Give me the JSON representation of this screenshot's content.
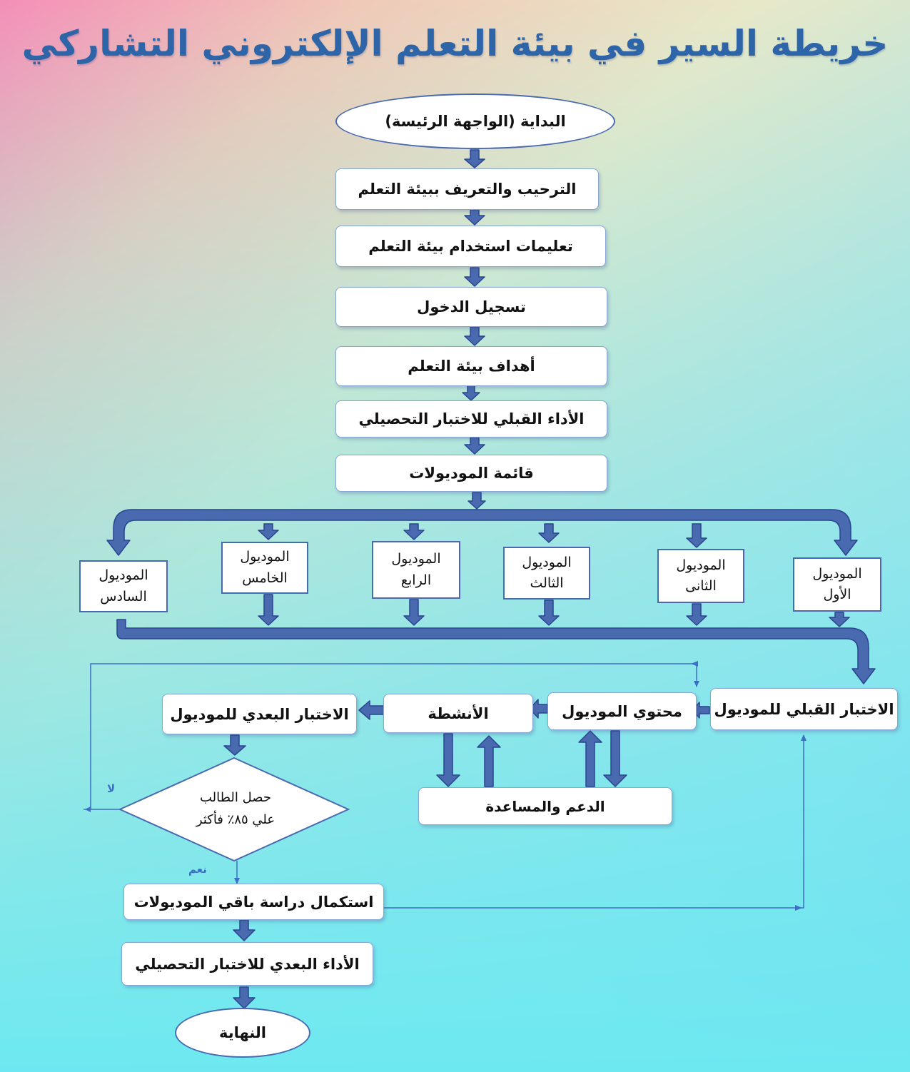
{
  "title": "خريطة السير في بيئة التعلم الإلكتروني التشاركي",
  "main_flow": {
    "start": "البداية (الواجهة الرئيسة)",
    "welcome": "الترحيب والتعريف ببيئة التعلم",
    "instructions": "تعليمات استخدام بيئة التعلم",
    "login": "تسجيل الدخول",
    "objectives": "أهداف بيئة التعلم",
    "pretest": "الأداء القبلي للاختبار التحصيلي",
    "modules_list": "قائمة الموديولات"
  },
  "modules": [
    {
      "line1": "الموديول",
      "line2": "الأول"
    },
    {
      "line1": "الموديول",
      "line2": "الثانى"
    },
    {
      "line1": "الموديول",
      "line2": "الثالث"
    },
    {
      "line1": "الموديول",
      "line2": "الرابع"
    },
    {
      "line1": "الموديول",
      "line2": "الخامس"
    },
    {
      "line1": "الموديول",
      "line2": "السادس"
    }
  ],
  "module_flow": {
    "module_pretest": "الاختبار القبلي للموديول",
    "module_content": "محتوي الموديول",
    "activities": "الأنشطة",
    "module_posttest": "الاختبار البعدي للموديول",
    "support": "الدعم والمساعدة",
    "decision_line1": "حصل الطالب",
    "decision_line2": "علي ٨٥٪ فأكثر",
    "no_label": "لا",
    "yes_label": "نعم",
    "continue": "استكمال دراسة باقي الموديولات",
    "posttest": "الأداء البعدي للاختبار التحصيلي",
    "end": "النهاية"
  },
  "colors": {
    "title": "#2e64a8",
    "arrow_fill": "#4a6ab0",
    "arrow_stroke": "#2a4590",
    "thin_line": "#3d6fc7",
    "label": "#3d6fc7"
  }
}
